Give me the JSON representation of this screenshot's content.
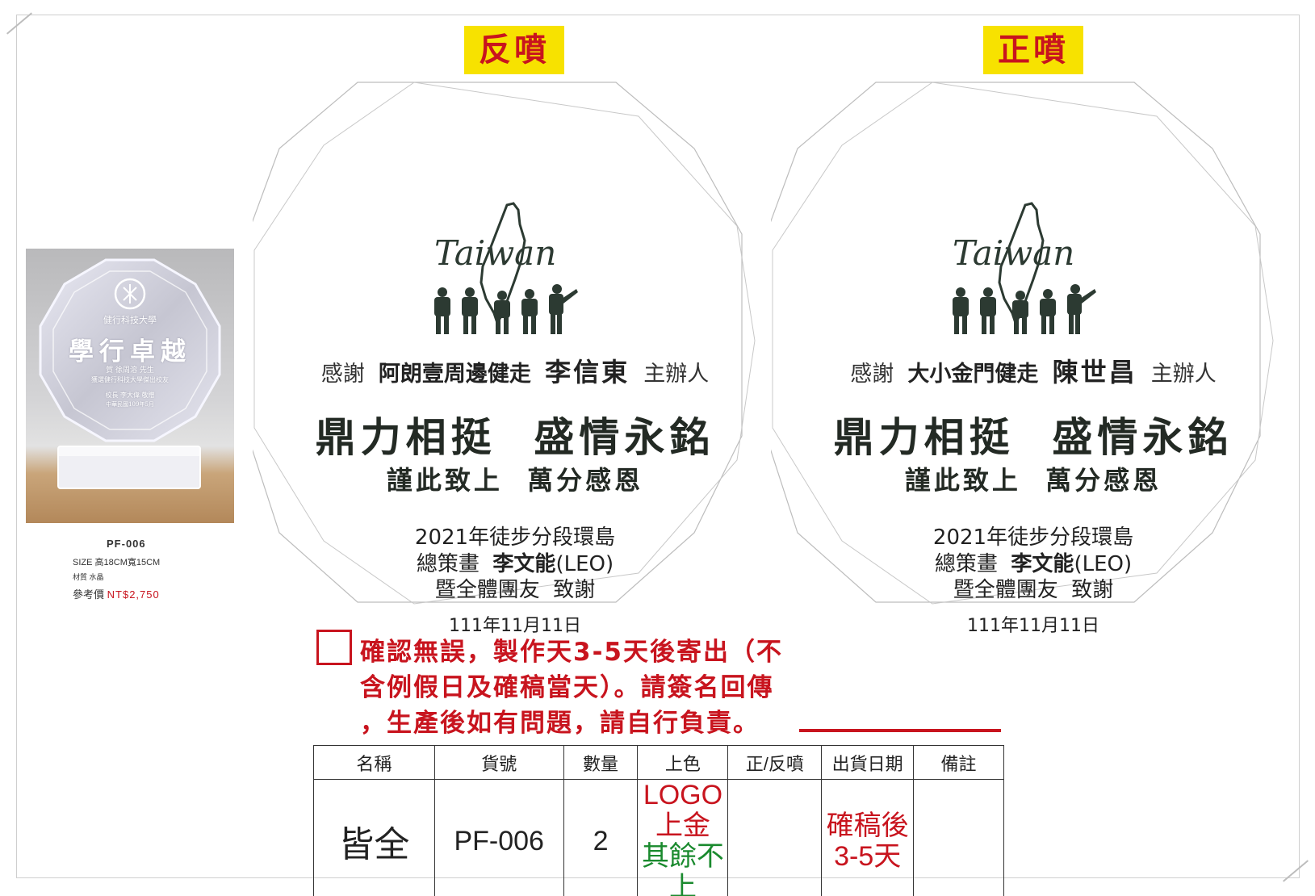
{
  "product": {
    "photo": {
      "school": "健行科技大學",
      "slogan": "學行卓越",
      "line1": "賀 徐周溶 先生",
      "line2": "獲選健行科技大學傑出校友",
      "line3": "校長 李大偉 敬贈",
      "line4": "中華民國109年5月"
    },
    "code": "PF-006",
    "size_label": "SIZE",
    "size_value": "高18CM寬15CM",
    "material_label": "材質",
    "material_value": "水晶",
    "price_label": "參考價",
    "price_value": "NT$2,750"
  },
  "plates": [
    {
      "tag": "反噴",
      "logo_text": "Taiwan",
      "thanks_prefix": "感謝",
      "event": "阿朗壹周邊健走",
      "name": "李信東",
      "role": "主辦人",
      "slogan1": "鼎力相挺  盛情永銘",
      "slogan2": "謹此致上  萬分感恩",
      "info1": "2021年徒步分段環島",
      "info2_prefix": "總策畫",
      "info2_name": "李文能",
      "info2_suffix": "(LEO)",
      "info3": "暨全體團友  致謝",
      "date": "111年11月11日"
    },
    {
      "tag": "正噴",
      "logo_text": "Taiwan",
      "thanks_prefix": "感謝",
      "event": "大小金門健走",
      "name": "陳世昌",
      "role": "主辦人",
      "slogan1": "鼎力相挺  盛情永銘",
      "slogan2": "謹此致上  萬分感恩",
      "info1": "2021年徒步分段環島",
      "info2_prefix": "總策畫",
      "info2_name": "李文能",
      "info2_suffix": "(LEO)",
      "info3": "暨全體團友  致謝",
      "date": "111年11月11日"
    }
  ],
  "confirm": {
    "line1": "確認無誤，製作天3-5天後寄出（不",
    "line2": "含例假日及確稿當天）。請簽名回傳",
    "line3": "，生產後如有問題，請自行負責。"
  },
  "order_table": {
    "headers": [
      "名稱",
      "貨號",
      "數量",
      "上色",
      "正/反噴",
      "出貨日期",
      "備註"
    ],
    "row": {
      "name": "皆全",
      "code": "PF-006",
      "qty": "2",
      "color_line1": "LOGO上金",
      "color_line2": "其餘不上",
      "spray": "",
      "ship_line1": "確稿後",
      "ship_line2": "3-5天",
      "note": ""
    }
  },
  "colors": {
    "accent_red": "#c8141e",
    "tag_yellow": "#f7e200",
    "green": "#1a8a2e",
    "ink": "#232a24"
  }
}
